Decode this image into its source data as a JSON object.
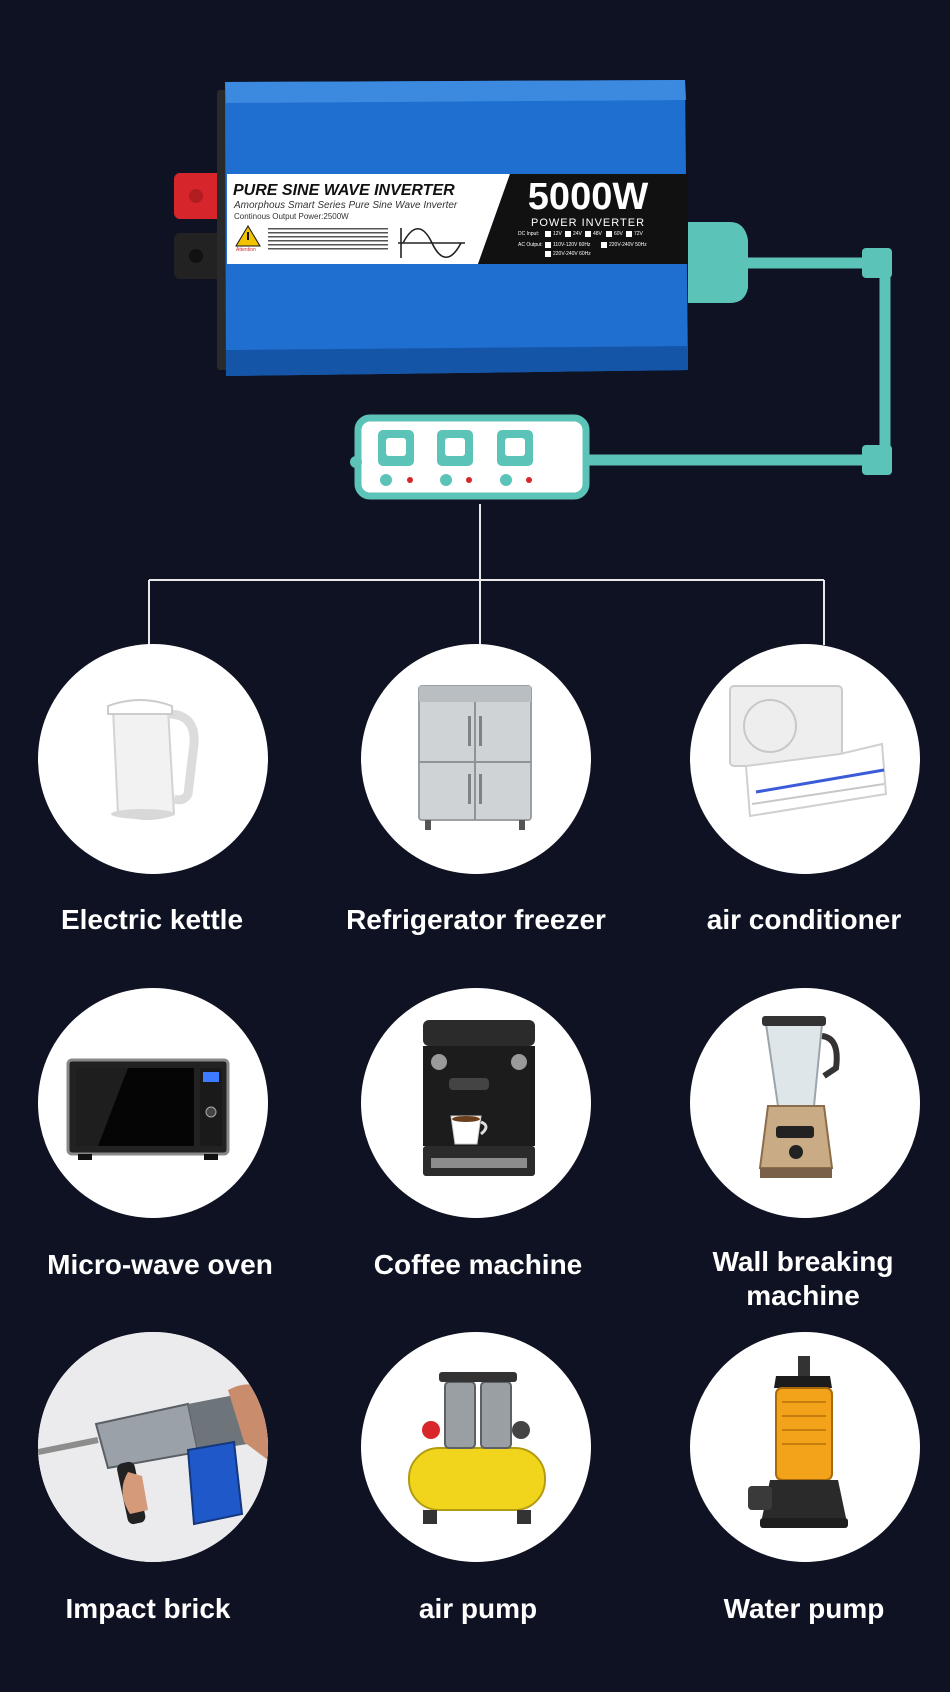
{
  "inverter": {
    "title": "PURE SINE WAVE INVERTER",
    "subtitle": "Amorphous Smart Series Pure Sine Wave Inverter",
    "continuous": "Continous Output Power:2500W",
    "attention": "Attention",
    "wattage": "5000W",
    "power_label": "POWER INVERTER",
    "dc_input": "DC Input:",
    "dc_options": [
      "12V",
      "24V",
      "48V",
      "60V",
      "72V"
    ],
    "ac_output": "AC Output:",
    "ac_options": [
      "110V-120V 60Hz",
      "220V-240V 50Hz",
      "220V-240V 60Hz"
    ],
    "colors": {
      "body": "#1f6fd1",
      "cable": "#5cc3b8",
      "positive": "#d7262b",
      "negative": "#222222"
    }
  },
  "appliances": [
    {
      "label": "Electric kettle",
      "icon": "kettle-icon"
    },
    {
      "label": "Refrigerator freezer",
      "icon": "refrigerator-icon"
    },
    {
      "label": "air conditioner",
      "icon": "air-conditioner-icon"
    },
    {
      "label": "Micro-wave oven",
      "icon": "microwave-icon"
    },
    {
      "label": "Coffee machine",
      "icon": "coffee-machine-icon"
    },
    {
      "label": "Wall breaking machine",
      "icon": "blender-icon"
    },
    {
      "label": "Impact brick",
      "icon": "impact-drill-icon"
    },
    {
      "label": "air pump",
      "icon": "air-compressor-icon"
    },
    {
      "label": "Water pump",
      "icon": "water-pump-icon"
    }
  ]
}
